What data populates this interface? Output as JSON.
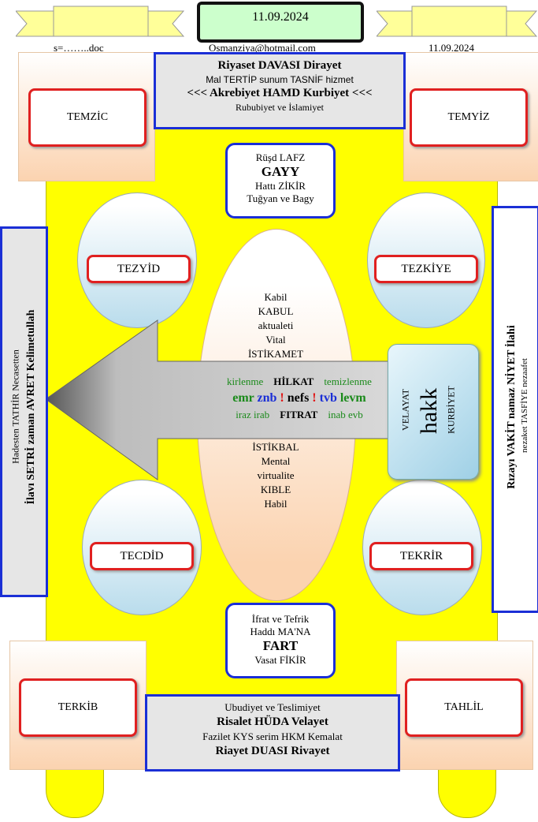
{
  "header": {
    "date_box": "11.09.2024",
    "file_label": "s=……..doc",
    "email": "Osmanziya@hotmail.com",
    "date_right": "11.09.2024"
  },
  "top_panel": {
    "line1": "Riyaset DAVASI Dirayet",
    "line2": "Mal TERTİP sunum TASNİF hizmet",
    "line3": "<<<  Akrebiyet HAMD Kurbiyet <<<",
    "line4": "Rububiyet ve İslamiyet"
  },
  "bottom_panel": {
    "line1": "Ubudiyet ve Teslimiyet",
    "line2": "Risalet HÜDA Velayet",
    "line3": "Fazilet KYS  serim HKM Kemalat",
    "line4": "Riayet DUASI Rivayet"
  },
  "corners": {
    "top_left": "TEMZİC",
    "top_right": "TEMYİZ",
    "bottom_left": "TERKİB",
    "bottom_right": "TAHLİL"
  },
  "eggs": {
    "upper_left": "TEZYİD",
    "upper_right": "TEZKİYE",
    "lower_left": "TECDİD",
    "lower_right": "TEKRİR"
  },
  "top_blue": {
    "line1": "Rüşd LAFZ",
    "line2": "GAYY",
    "line3": "Hattı ZİKİR",
    "line4": "Tuğyan ve Bagy"
  },
  "bottom_blue": {
    "line1": "İfrat ve Tefrik",
    "line2": "Haddı MA'NA",
    "line3": "FART",
    "line4": "Vasat FİKİR"
  },
  "center_upper": [
    "Kabil",
    "KABUL",
    "aktualeti",
    "Vital",
    "İSTİKAMET"
  ],
  "center_lower": [
    "İSTİKBAL",
    "Mental",
    "virtualite",
    "KIBLE",
    "Habil"
  ],
  "arrow": {
    "row1_left": "kirlenme",
    "row1_mid": "HİLKAT",
    "row1_right": "temizlenme",
    "row2_a": "emr",
    "row2_b": "znb",
    "row2_c": "!",
    "row2_d": "nefs",
    "row2_e": "!",
    "row2_f": "tvb",
    "row2_g": "levm",
    "row3_left": "iraz irab",
    "row3_mid": "FITRAT",
    "row3_right": "inab evb"
  },
  "hakk": {
    "left": "VELAYAT",
    "main": "hakk",
    "right": "KURBİYET"
  },
  "left_side": {
    "line1": "Hadesten TATHİR  Necasetten",
    "line2": "İlavı  SETRİ  zaman  AVRET Kelimetullah"
  },
  "right_side": {
    "line1": "Rızayı  VAKİT  namaz NİYET İlahi",
    "line2": "nezaket TASFİYE nezaafet"
  }
}
